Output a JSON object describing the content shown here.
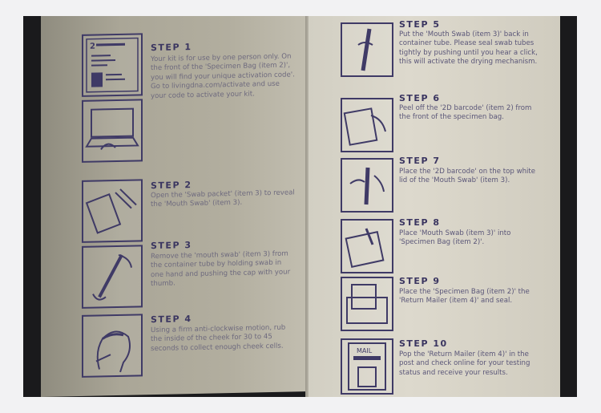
{
  "steps": [
    {
      "title": "STEP 1",
      "text": "Your kit is for use by one person only. On the front of the 'Specimen Bag (item 2)', you will find your unique activation code'.\nGo to livingdna.com/activate and use your code to activate your kit."
    },
    {
      "title": "STEP 2",
      "text": "Open the 'Swab packet' (item 3) to reveal the 'Mouth Swab' (item 3)."
    },
    {
      "title": "STEP 3",
      "text": "Remove the 'mouth swab' (item 3) from the container tube by holding swab in one hand and pushing the cap with your thumb."
    },
    {
      "title": "STEP 4",
      "text": "Using a firm anti-clockwise motion, rub the inside of the cheek for 30 to 45 seconds to collect enough cheek cells."
    },
    {
      "title": "STEP 5",
      "text": "Put the 'Mouth Swab (item 3)' back in container tube. Please seal swab tubes tightly by pushing until you hear a click, this will activate the drying mechanism."
    },
    {
      "title": "STEP 6",
      "text": "Peel off the '2D barcode' (item 2) from the front of the specimen bag."
    },
    {
      "title": "STEP 7",
      "text": "Place the '2D barcode' on the top white lid of the 'Mouth Swab' (item 3)."
    },
    {
      "title": "STEP 8",
      "text": "Place 'Mouth Swab (item 3)' into 'Specimen Bag (item 2)'."
    },
    {
      "title": "STEP 9",
      "text": "Place the 'Specimen Bag (item 2)' the 'Return Mailer (item 4)' and seal."
    },
    {
      "title": "STEP 10",
      "text": "Pop the 'Return Mailer (item 4)' in the post and check online for your testing status and receive your results."
    }
  ],
  "illustrations": {
    "mail_label": "MAIL",
    "bag_number": "2"
  },
  "colors": {
    "ink": "#3f3a66",
    "photo_bg": "#1a1a1c",
    "frame_bg": "#f2f2f3"
  }
}
